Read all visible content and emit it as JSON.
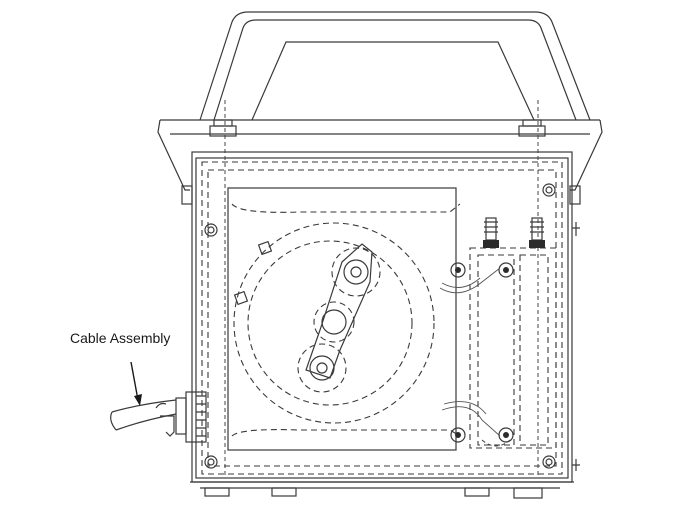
{
  "callout": {
    "label": "Cable Assembly"
  },
  "parts": {
    "handle": "handle",
    "enclosure": "enclosure",
    "reel": "reel",
    "terminal_block": "terminal-block",
    "cable_gland": "cable-gland"
  },
  "colors": {
    "line": "#3a3a3a",
    "background": "#ffffff"
  }
}
